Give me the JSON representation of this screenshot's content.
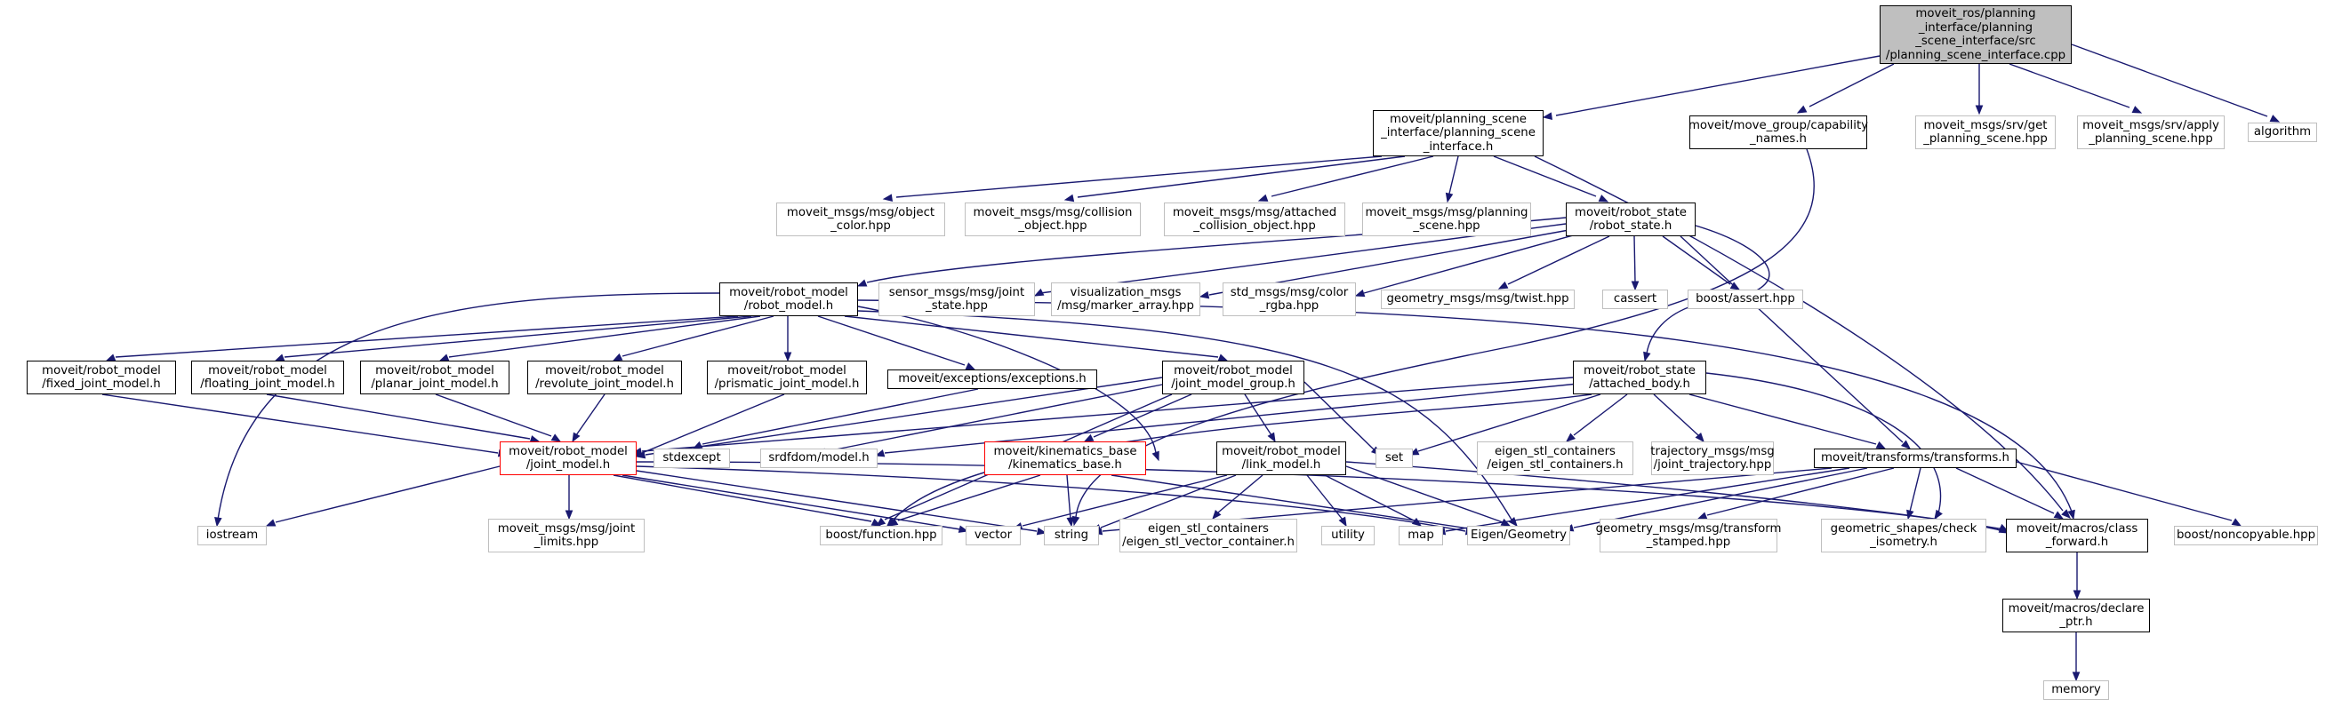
{
  "nodes": {
    "cpp": "moveit_ros/planning\n_interface/planning\n_scene_interface/src\n/planning_scene_interface.cpp",
    "psi_h": "moveit/planning_scene\n_interface/planning_scene\n_interface.h",
    "capability_names": "moveit/move_group/capability\n_names.h",
    "get_ps": "moveit_msgs/srv/get\n_planning_scene.hpp",
    "apply_ps": "moveit_msgs/srv/apply\n_planning_scene.hpp",
    "algorithm": "algorithm",
    "object_color": "moveit_msgs/msg/object\n_color.hpp",
    "collision_object": "moveit_msgs/msg/collision\n_object.hpp",
    "attached_co": "moveit_msgs/msg/attached\n_collision_object.hpp",
    "planning_scene_msg": "moveit_msgs/msg/planning\n_scene.hpp",
    "robot_state": "moveit/robot_state\n/robot_state.h",
    "robot_model": "moveit/robot_model\n/robot_model.h",
    "joint_state": "sensor_msgs/msg/joint\n_state.hpp",
    "marker_array": "visualization_msgs\n/msg/marker_array.hpp",
    "color_rgba": "std_msgs/msg/color\n_rgba.hpp",
    "twist": "geometry_msgs/msg/twist.hpp",
    "cassert": "cassert",
    "boost_assert": "boost/assert.hpp",
    "fixed_joint": "moveit/robot_model\n/fixed_joint_model.h",
    "floating_joint": "moveit/robot_model\n/floating_joint_model.h",
    "planar_joint": "moveit/robot_model\n/planar_joint_model.h",
    "revolute_joint": "moveit/robot_model\n/revolute_joint_model.h",
    "prismatic_joint": "moveit/robot_model\n/prismatic_joint_model.h",
    "exceptions": "moveit/exceptions/exceptions.h",
    "jmg": "moveit/robot_model\n/joint_model_group.h",
    "attached_body": "moveit/robot_state\n/attached_body.h",
    "joint_model": "moveit/robot_model\n/joint_model.h",
    "stdexcept": "stdexcept",
    "srdfdom": "srdfdom/model.h",
    "kinematics_base": "moveit/kinematics_base\n/kinematics_base.h",
    "link_model": "moveit/robot_model\n/link_model.h",
    "set": "set",
    "eigen_stl_containers": "eigen_stl_containers\n/eigen_stl_containers.h",
    "joint_trajectory": "trajectory_msgs/msg\n/joint_trajectory.hpp",
    "transforms": "moveit/transforms/transforms.h",
    "iostream": "iostream",
    "joint_limits": "moveit_msgs/msg/joint\n_limits.hpp",
    "boost_function": "boost/function.hpp",
    "vector": "vector",
    "string": "string",
    "evc": "eigen_stl_containers\n/eigen_stl_vector_container.h",
    "utility": "utility",
    "map": "map",
    "eigen_geometry": "Eigen/Geometry",
    "transform_stamped": "geometry_msgs/msg/transform\n_stamped.hpp",
    "check_isometry": "geometric_shapes/check\n_isometry.h",
    "class_forward": "moveit/macros/class\n_forward.h",
    "noncopyable": "boost/noncopyable.hpp",
    "declare_ptr": "moveit/macros/declare\n_ptr.h",
    "memory": "memory"
  },
  "colors": {
    "edge": "#191970",
    "local_border": "#000000",
    "system_border": "#bfbfbf",
    "missing_border": "#ff0000",
    "focus_fill": "#bfbfbf"
  }
}
